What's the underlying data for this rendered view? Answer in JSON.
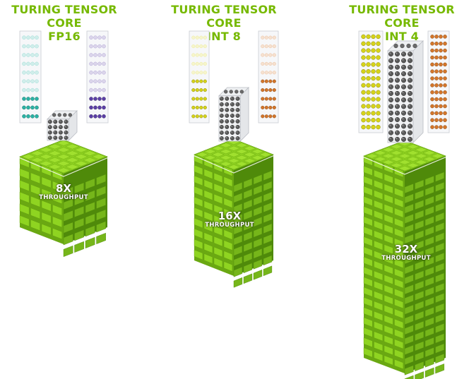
{
  "panels": [
    {
      "title_line1": "TURING TENSOR CORE",
      "title_line2": "FP16",
      "multiplier": "8X",
      "throughput_label": "THROUGHPUT",
      "operand_a_color": "#2bb3a5",
      "operand_b_color": "#5b3fa6"
    },
    {
      "title_line1": "TURING TENSOR CORE",
      "title_line2": "INT 8",
      "multiplier": "16X",
      "throughput_label": "THROUGHPUT",
      "operand_a_color": "#d6d319",
      "operand_b_color": "#d4762a"
    },
    {
      "title_line1": "TURING TENSOR CORE",
      "title_line2": "INT 4",
      "multiplier": "32X",
      "throughput_label": "THROUGHPUT",
      "operand_a_color": "#d6d319",
      "operand_b_color": "#d4762a"
    }
  ],
  "colors": {
    "title": "#76b900",
    "cube_green": "#7fc21b",
    "cube_gray": "#555555"
  },
  "icons": [
    "operand-matrix-a",
    "operand-matrix-b",
    "compute-cube",
    "throughput-tower"
  ]
}
